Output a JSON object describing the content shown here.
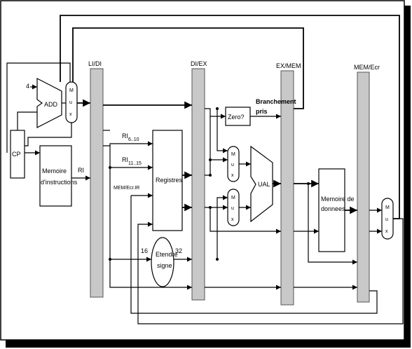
{
  "diagram": {
    "pipeline_registers": [
      {
        "id": "lidi",
        "label": "LI/DI"
      },
      {
        "id": "diex",
        "label": "DI/EX"
      },
      {
        "id": "exmem",
        "label": "EX/MEM"
      },
      {
        "id": "memecr",
        "label": "MEM/Ecr"
      }
    ],
    "blocks": {
      "cp": "CP",
      "add": "ADD",
      "add_input": "4",
      "instr_mem": [
        "Memoire",
        "d'instructions"
      ],
      "registres": "Registres",
      "zero": "Zero?",
      "ual": "UAL",
      "data_mem": [
        "Memoire de",
        "donnees"
      ],
      "etendre": [
        "Etendre",
        "signe"
      ],
      "mux": [
        "M",
        "u",
        "x"
      ]
    },
    "labels": {
      "ri": "RI",
      "ri_6_10": "RI",
      "ri_6_10_sub": "6..10",
      "ri_11_15": "RI",
      "ri_11_15_sub": "11..15",
      "mem_ecr_ir": "MEM/Ecr.IR",
      "branchement": [
        "Branchement",
        "pris"
      ],
      "bits_16": "16",
      "bits_32": "32"
    }
  }
}
